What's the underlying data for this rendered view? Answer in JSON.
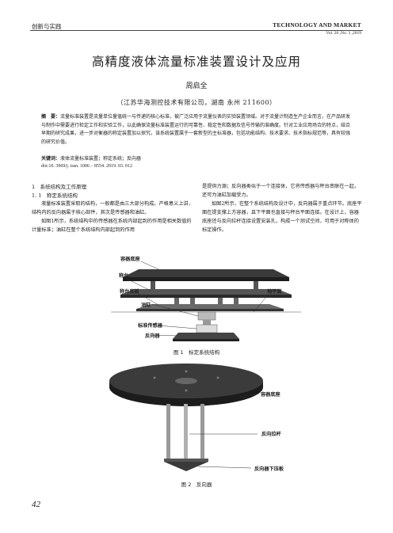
{
  "header": {
    "section": "创新与实践",
    "journal": "TECHNOLOGY AND MARKET",
    "volume": "Vol. 26 ,No. 3 ,2019"
  },
  "title": "高精度液体流量标准装置设计及应用",
  "author": "周启全",
  "affiliation": "（江苏华海测控技术有限公司，湖南 永州 211600）",
  "abstract": {
    "label": "摘　要：",
    "text": "流量标准装置是流量单位量值统一与传递的核心标准，被广泛应用于流量仪表的实验装置领域。对于流量计制造生产企业而言，在产品研发与制作中需要进行检定工作和实验工作，以此确保流量标准装置运行的可靠性、稳定性和数据及信号传输的准确度。针对工业应用场合的特点，结合早期的研究成果，进一步对衡器的称定装置加以探究，该系统装置属于一套新型的主标准器，包括功能结构、技术要求、技术指标规范等，具有较强的研究价值。"
  },
  "keywords": {
    "label": "关键词：",
    "text": "液体流量标准装置；称定系统；反向器"
  },
  "doi": "doi:10. 3969/j. issn. 1006 – 8554. 2019. 03. 012",
  "section1": {
    "heading": "1　系统结构及工作原理",
    "sub": "1. 1　称定系统结构",
    "left_paragraphs": [
      "液量标准装置采取的结构，一般都是由三大部分构成。产格意义上讲，结构内的反向器属于核心部件，其次是传感器和油缸。",
      "如图1所示，系统结构中的传感器在系统内部起到的作用是相关数值的计量标准；油缸在整个系统结构内部起到的作用"
    ],
    "right_paragraphs": [
      "是提供力源；反向器类似于一个连接体，它将传感器与秤台串联在一起，还可为油缸加载受力。",
      "如图2所示，在整个系统结构及设计中，反向器属于重点环节。底座平面在提支撑上方容器，且下平面也直接与秤台平面连接。在设计上，容器底座还与反向拉杆连接设置安装孔，构成一个测试空间，可用于对称体的标定操作。"
    ]
  },
  "figure1": {
    "labels": [
      "容器底座",
      "称台",
      "称台底板",
      "地平面",
      "油缸",
      "标准传感器",
      "反向器"
    ],
    "caption": "图 1　标定系统结构"
  },
  "figure2": {
    "labels": [
      "容器底座",
      "反向拉杆",
      "反向器下压板"
    ],
    "caption": "图 2　反向器"
  },
  "page_number": "42"
}
